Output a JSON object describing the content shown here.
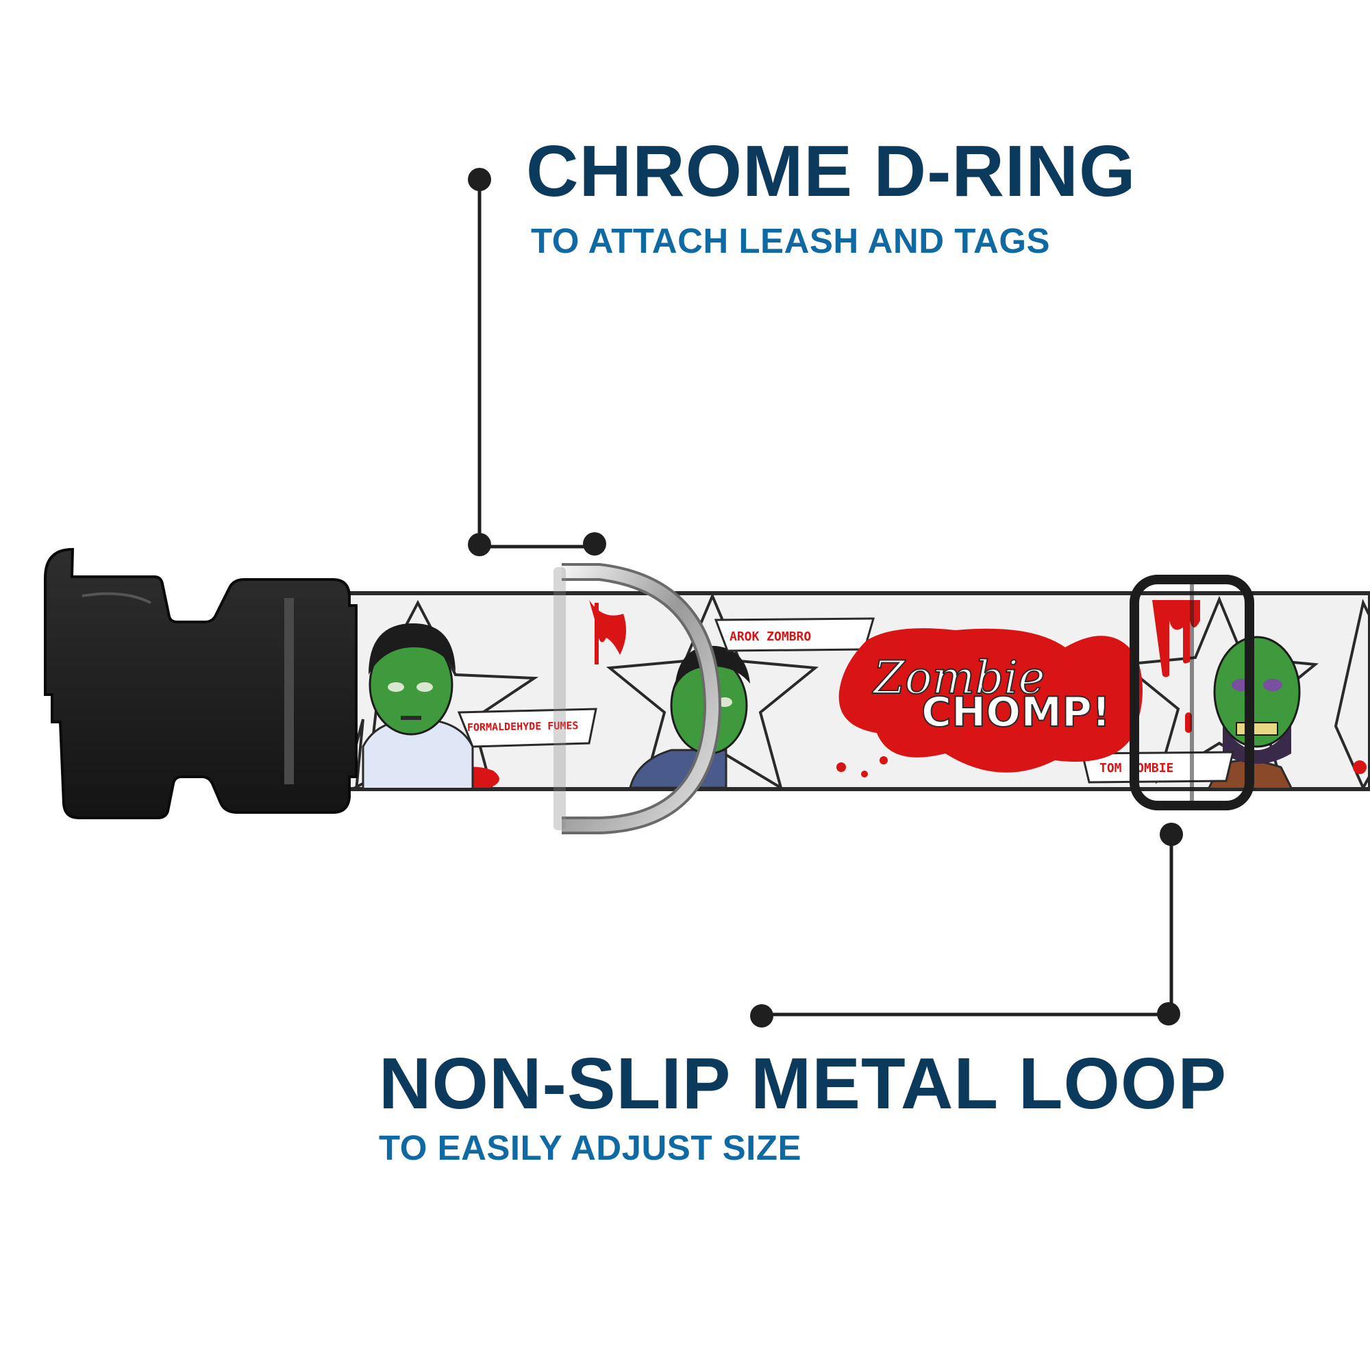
{
  "colors": {
    "title": "#0c3a5c",
    "subtitle": "#0f6aa3",
    "callout": "#1f1f1f",
    "buckle": "#1c1c1c",
    "blood": "#d81414",
    "zombie_skin": "#3e9a3c",
    "strap": "#f1f1f1"
  },
  "callouts": {
    "d_ring": {
      "title": "CHROME D-RING",
      "subtitle": "TO ATTACH LEASH AND TAGS"
    },
    "metal_loop": {
      "title": "NON-SLIP METAL LOOP",
      "subtitle": "TO EASILY ADJUST SIZE"
    }
  },
  "collar": {
    "pattern_labels": [
      "FORMALDEHYDE FUMES",
      "AROK ZOMBRO",
      "TOM ZOMBIE"
    ],
    "logo": {
      "line1": "Zombie",
      "line2": "CHOMP!"
    }
  }
}
